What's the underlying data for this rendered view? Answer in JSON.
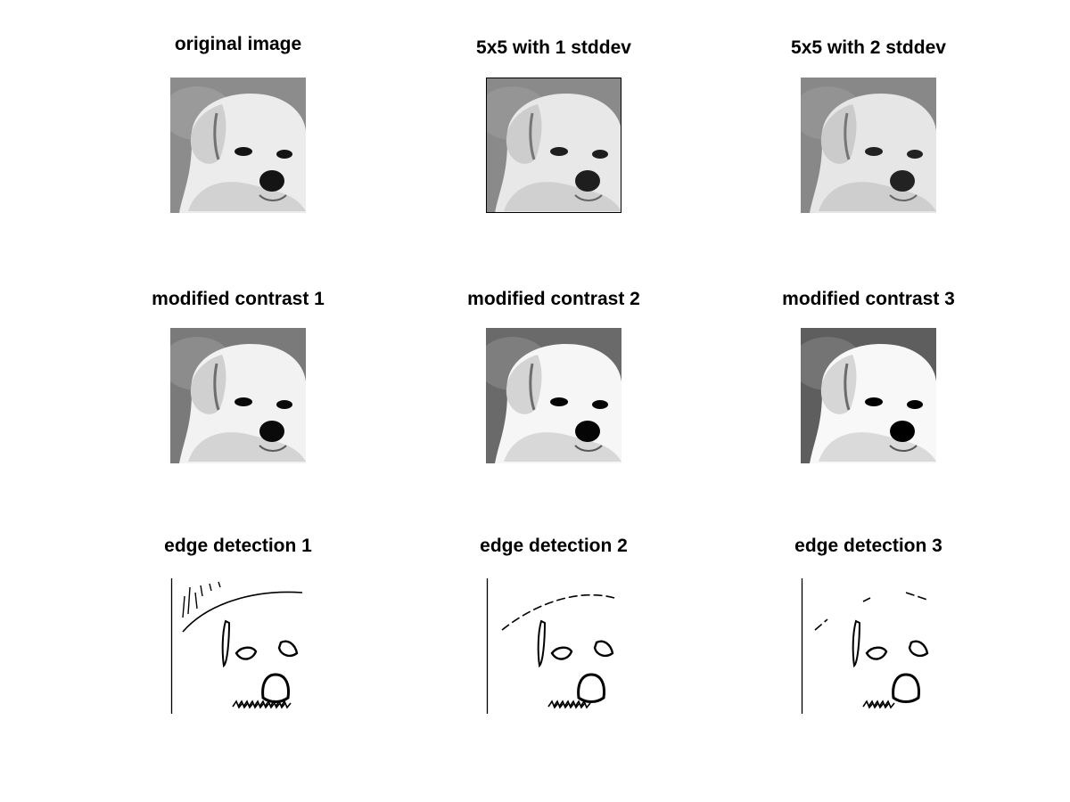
{
  "figure": {
    "panels": [
      {
        "title": "original image",
        "kind": "photo",
        "variant": "original"
      },
      {
        "title": "5x5 with 1 stddev",
        "kind": "photo",
        "variant": "blur1"
      },
      {
        "title": "5x5 with 2 stddev",
        "kind": "photo",
        "variant": "blur2"
      },
      {
        "title": "modified contrast 1",
        "kind": "photo",
        "variant": "contrast1"
      },
      {
        "title": "modified contrast 2",
        "kind": "photo",
        "variant": "contrast2"
      },
      {
        "title": "modified contrast 3",
        "kind": "photo",
        "variant": "contrast3"
      },
      {
        "title": "edge detection 1",
        "kind": "edges",
        "variant": "edge1"
      },
      {
        "title": "edge detection 2",
        "kind": "edges",
        "variant": "edge2"
      },
      {
        "title": "edge detection 3",
        "kind": "edges",
        "variant": "edge3"
      }
    ]
  }
}
